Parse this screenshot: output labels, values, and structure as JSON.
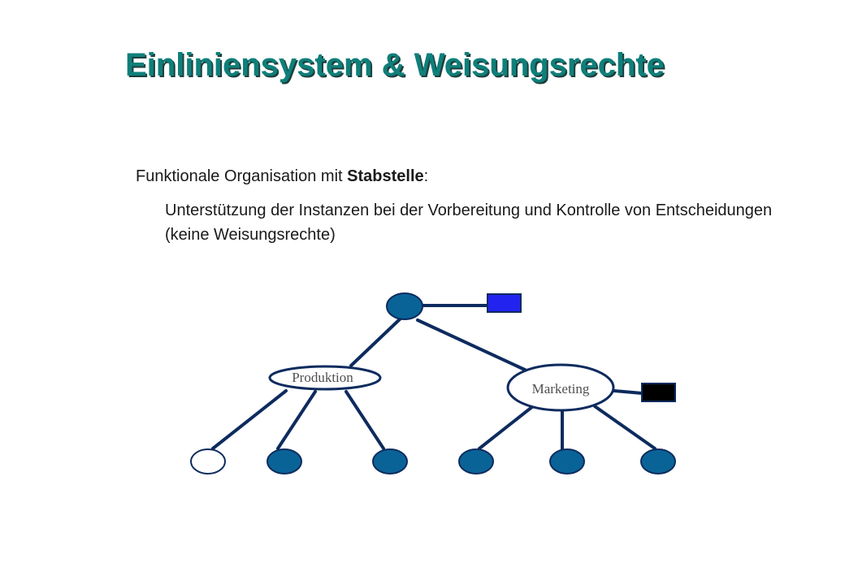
{
  "slide": {
    "title": "Einliniensystem & Weisungsrechte",
    "subtitle_prefix": "Funktionale Organisation mit ",
    "subtitle_bold": "Stabstelle",
    "subtitle_suffix": ":",
    "description": "Unterstützung der Instanzen bei der Vorbereitung und Kontrolle von Entscheidungen (keine Weisungsrechte)"
  },
  "diagram": {
    "nodes": {
      "produktion_label": "Produktion",
      "marketing_label": "Marketing"
    },
    "colors": {
      "title": "#0f7f7a",
      "node_fill": "#0a6396",
      "line": "#0d2b5e",
      "staff_top": "#2323ef",
      "staff_marketing": "#000000"
    }
  }
}
